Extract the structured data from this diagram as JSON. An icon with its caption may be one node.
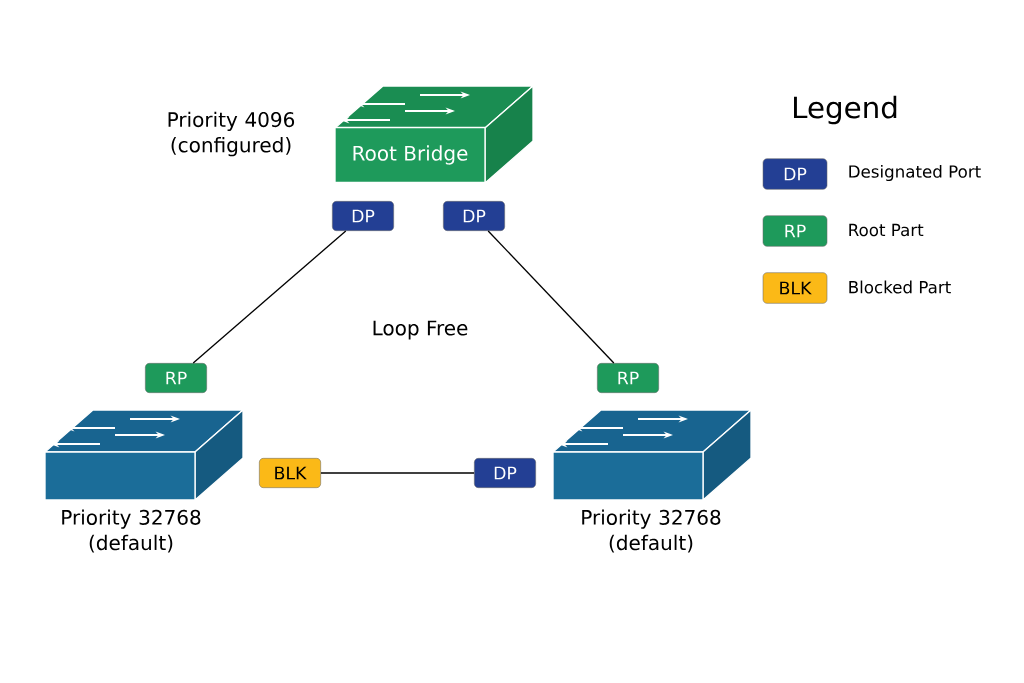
{
  "diagram": {
    "nodes": [
      {
        "text": [
          "Root Bridge"
        ],
        "beside": [
          "Priority 4096 (configured)"
        ]
      },
      {
        "text": [
          "DP"
        ]
      },
      {
        "text": [
          "DP"
        ]
      },
      {
        "text": [
          "RP"
        ]
      },
      {
        "text": [
          "RP"
        ]
      },
      {
        "text": [],
        "shape": "box",
        "beside": [
          "Priority 32768 (default)"
        ]
      },
      {
        "text": [
          "BLK"
        ]
      },
      {
        "text": [
          "DP"
        ]
      },
      {
        "text": [],
        "shape": "box",
        "beside": [
          "Priority 32768 (default)"
        ]
      }
    ],
    "edges": [
      {
        "from": 1,
        "to": 3,
        "arrow": "none"
      },
      {
        "from": 2,
        "to": 4,
        "arrow": "none"
      },
      {
        "from": 6,
        "to": 7,
        "arrow": "none"
      }
    ],
    "labels": [
      "Legend",
      "DP",
      "RP",
      "BLK",
      "Loop Free"
    ],
    "legend": [
      {
        "text": "Designated Port",
        "color": "#233f94"
      },
      {
        "text": "Root Part",
        "color": "#1e9a5b"
      },
      {
        "text": "Blocked Part",
        "color": "#fbb917"
      }
    ]
  }
}
